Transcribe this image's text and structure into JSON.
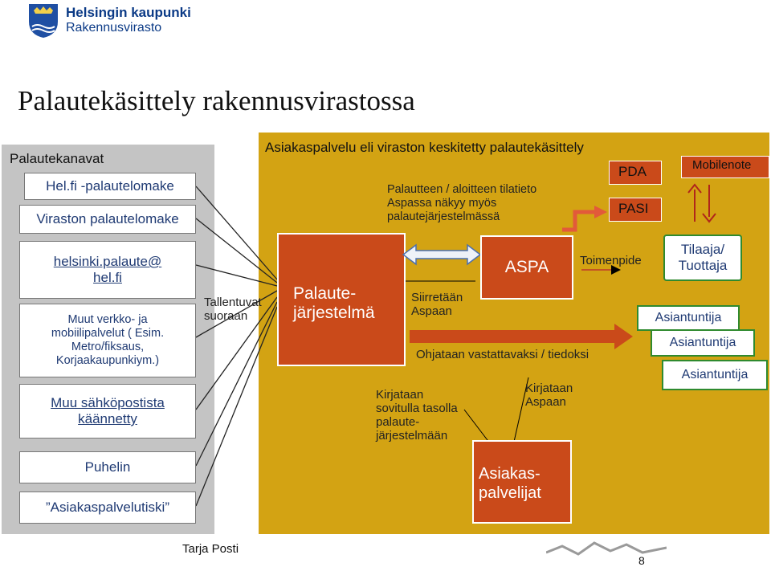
{
  "logo": {
    "line1": "Helsingin kaupunki",
    "line2": "Rakennusvirasto"
  },
  "title": "Palautekäsittely rakennusvirastossa",
  "left": {
    "heading": "Palautekanavat",
    "channels": [
      "Hel.fi -palautelomake",
      "Viraston palautelomake",
      "helsinki.palaute@ hel.fi",
      "Muut verkko- ja mobiilipalvelut ( Esim. Metro/fiksaus, Korjaakaupunkiym.)",
      "Muu sähköpostista käännetty",
      "Puhelin",
      "”Asiakaspalvelutiski”"
    ]
  },
  "tallennus": "Tallentuvat suoraan",
  "main": {
    "heading": "Asiakaspalvelu eli viraston keskitetty palautekäsittely",
    "status_note": "Palautteen / aloitteen tilatieto Aspassa näkyy myös palautejärjestelmässä",
    "system": "Palaute-järjestelmä",
    "aspa": "ASPA",
    "transfer": "Siirretään Aspaan",
    "guide": "Ohjataan vastattavaksi / tiedoksi",
    "record_system": "Kirjataan sovitulla tasolla palaute-järjestelmään",
    "record_aspa": "Kirjataan Aspaan",
    "customer_service": "Asiakas-palvelijat",
    "pda": "PDA",
    "pasi": "PASI",
    "mobilenote": "Mobilenote",
    "action": "Toimenpide",
    "client": "Tilaaja/ Tuottaja",
    "experts": [
      "Asiantuntija",
      "Asiantuntija",
      "Asiantuntija"
    ]
  },
  "footer": {
    "author": "Tarja Posti",
    "page": "8"
  },
  "colors": {
    "gold": "#d3a313",
    "red": "#ca4a1a",
    "grey": "#c4c4c4",
    "green": "#2f8a2f",
    "navy": "#1f3a73"
  }
}
